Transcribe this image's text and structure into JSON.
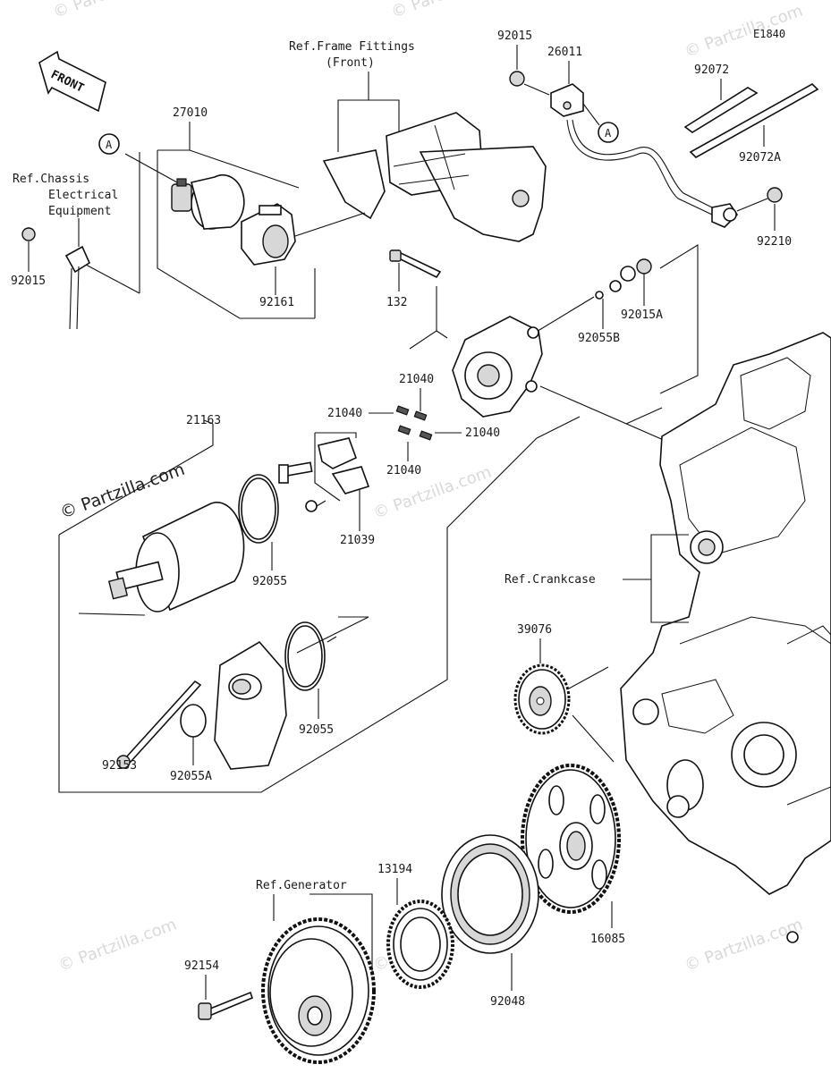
{
  "diagram_code": "E1840",
  "front_arrow_label": "FRONT",
  "copyright_text": "© Partzilla.com",
  "watermark_text": "© Partzilla.com",
  "callouts": {
    "a1": "A",
    "a2": "A"
  },
  "refs": {
    "frame_fittings_line1": "Ref.Frame Fittings",
    "frame_fittings_line2": "(Front)",
    "chassis_line1": "Ref.Chassis",
    "chassis_line2": "Electrical",
    "chassis_line3": "Equipment",
    "crankcase": "Ref.Crankcase",
    "generator": "Ref.Generator"
  },
  "part_numbers": {
    "p27010": "27010",
    "p92161": "92161",
    "p92015_top": "92015",
    "p26011": "26011",
    "p92072": "92072",
    "p92072a": "92072A",
    "p92210": "92210",
    "p92015_left": "92015",
    "p132": "132",
    "p92015a": "92015A",
    "p92055b": "92055B",
    "p21040_a": "21040",
    "p21040_b": "21040",
    "p21040_c": "21040",
    "p21040_d": "21040",
    "p21163": "21163",
    "p21039": "21039",
    "p92055_a": "92055",
    "p92055_b": "92055",
    "p92153": "92153",
    "p92055a": "92055A",
    "p39076": "39076",
    "p13194": "13194",
    "p16085": "16085",
    "p92154": "92154",
    "p92048": "92048"
  }
}
